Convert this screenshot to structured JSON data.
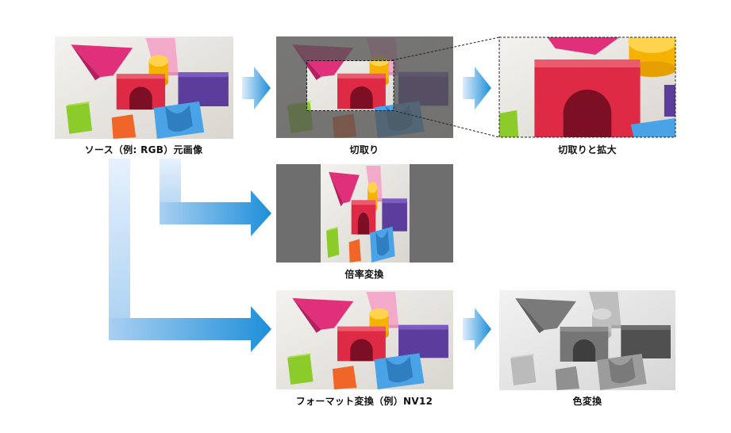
{
  "captions": {
    "source": "ソース（例: RGB）元画像",
    "crop": "切取り",
    "crop_zoom": "切取りと拡大",
    "scale": "倍率変換",
    "format": "フォーマット変換（例）NV12",
    "color": "色変換"
  },
  "colors": {
    "arrow_light": "#dcecfb",
    "arrow_dark": "#1e8fd9",
    "pink": "#e0307a",
    "red": "#de2a45",
    "yellow": "#f5b300",
    "purple": "#5b3d9c",
    "green": "#8ccc2a",
    "orange": "#f06528",
    "blue": "#4aa3e6",
    "light_pink": "#f3a9c9",
    "letterbox": "#6e6e6e",
    "dim_overlay": "#555555"
  },
  "icons": [
    "right-arrow-icon",
    "l-shaped-arrow-icon",
    "dashed-crop-box-icon"
  ]
}
